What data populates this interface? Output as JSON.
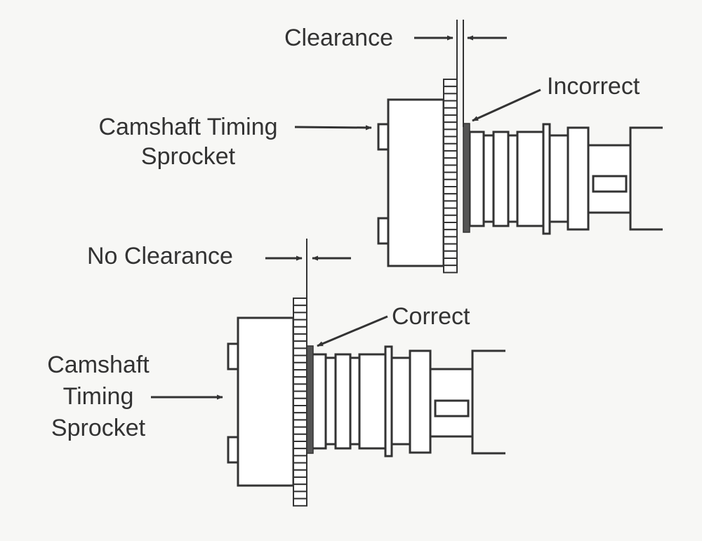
{
  "labels": {
    "top_clearance": "Clearance",
    "top_status": "Incorrect",
    "top_sprocket_line1": "Camshaft Timing",
    "top_sprocket_line2": "Sprocket",
    "bottom_clearance": "No Clearance",
    "bottom_status": "Correct",
    "bottom_sprocket_line1": "Camshaft",
    "bottom_sprocket_line2": "Timing",
    "bottom_sprocket_line3": "Sprocket"
  },
  "colors": {
    "line": "#333333",
    "shim": "#555555",
    "background": "#f7f7f5"
  }
}
